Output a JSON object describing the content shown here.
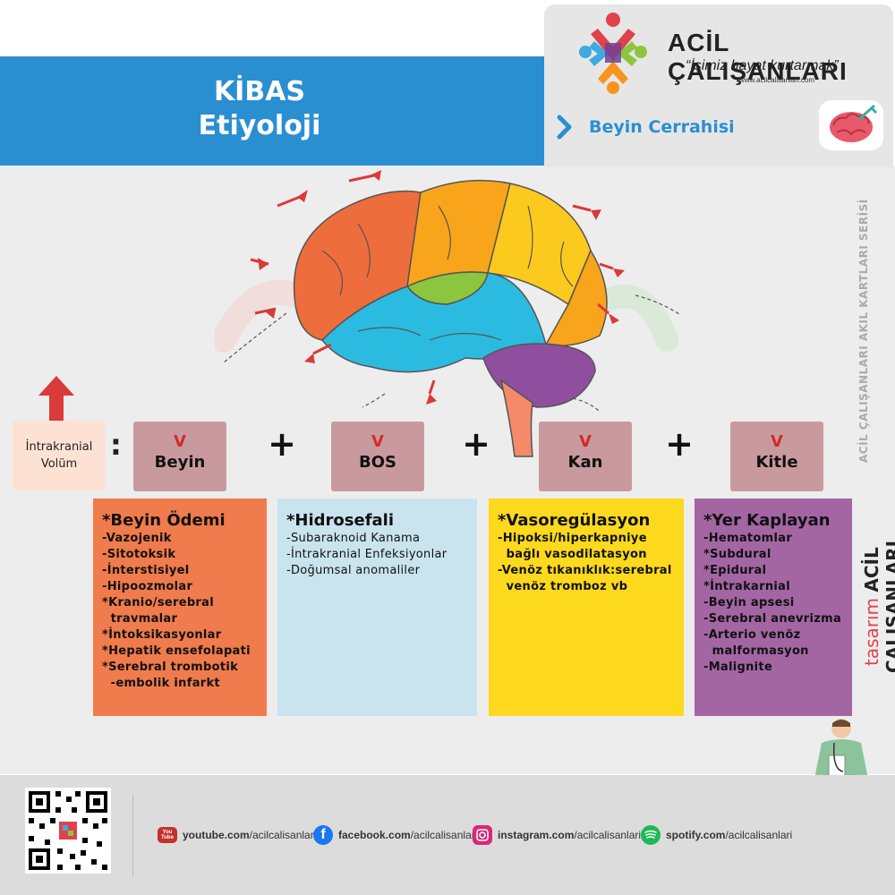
{
  "header": {
    "title_line1": "KİBAS",
    "title_line2": "Etiyoloji",
    "brand_name": "ACİL ÇALIŞANLARI",
    "brand_slogan": "“İşimiz hayat kurtarmak”",
    "brand_url": "www.acilcalisanlari.com",
    "category": "Beyin Cerrahisi"
  },
  "side": {
    "series": "ACİL ÇALIŞANLARI AKIL KARTLARI SERİSİ",
    "design_prefix": "tasarım",
    "design_brand": "ACİL ÇALIŞANLARI"
  },
  "formula": {
    "left_label": "İntrakranial Volüm",
    "colon": ":",
    "plus": "+",
    "terms": [
      {
        "v": "V",
        "name": "Beyin"
      },
      {
        "v": "V",
        "name": "BOS"
      },
      {
        "v": "V",
        "name": "Kan"
      },
      {
        "v": "V",
        "name": "Kitle"
      }
    ]
  },
  "cards": [
    {
      "heading": "*Beyin Ödemi",
      "color": "#f07b4c",
      "items": [
        "-Vazojenik",
        "-Sitotoksik",
        "-İnterstisiyel",
        "-Hipoozmolar",
        "*Kranio/serebral",
        "  travmalar",
        "*İntoksikasyonlar",
        "*Hepatik ensefolapati",
        "*Serebral trombotik",
        "  -embolik infarkt"
      ]
    },
    {
      "heading": "*Hidrosefali",
      "color": "#c9e4ee",
      "items": [
        "-Subaraknoid Kanama",
        "-İntrakranial Enfeksiyonlar",
        "-Doğumsal anomaliler"
      ]
    },
    {
      "heading": "*Vasoregülasyon",
      "color": "#fcd91c",
      "items": [
        "-Hipoksi/hiperkapniye",
        "  bağlı vasodilatasyon",
        "-Venöz tıkanıklık:serebral",
        "  venöz tromboz vb"
      ]
    },
    {
      "heading": "*Yer Kaplayan",
      "color": "#a366a3",
      "items": [
        "-Hematomlar",
        "*Subdural",
        "*Epidural",
        "*İntrakarnial",
        "-Beyin apsesi",
        "-Serebral anevrizma",
        "-Arterio venöz",
        "  malformasyon",
        "-Malignite"
      ]
    }
  ],
  "footer": {
    "youtube": {
      "host": "youtube.com",
      "path": "/acilcalisanlari",
      "icon_label": "You Tube"
    },
    "facebook": {
      "host": "facebook.com",
      "path": "/acilcalisanlari"
    },
    "instagram": {
      "host": "instagram.com",
      "path": "/acilcalisanlari"
    },
    "spotify": {
      "host": "spotify.com",
      "path": "/acilcalisanlari"
    }
  },
  "colors": {
    "accent_blue": "#2a8fd1",
    "arrow_red": "#d93a3a",
    "v_box": "#c99a9d",
    "card_orange": "#f07b4c",
    "card_blue": "#c9e4ee",
    "card_yellow": "#fcd91c",
    "card_purple": "#a366a3"
  },
  "icons": [
    "logo-icon",
    "chevron-right-icon",
    "brain-category-icon",
    "up-arrow-icon",
    "brain-illustration",
    "qr-code",
    "youtube-icon",
    "facebook-icon",
    "instagram-icon",
    "spotify-icon",
    "nurse-figure"
  ]
}
